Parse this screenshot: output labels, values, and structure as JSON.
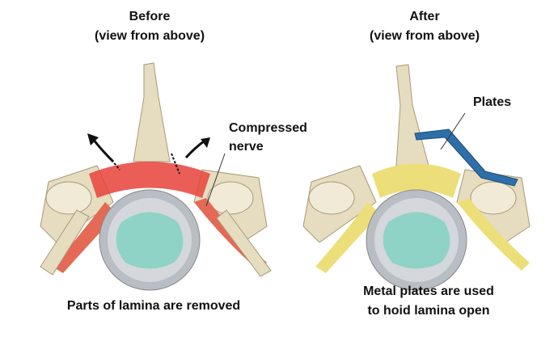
{
  "before": {
    "title": "Before",
    "subtitle": "(view from above)",
    "callout_line1": "Compressed",
    "callout_line2": "nerve",
    "caption": "Parts of lamina are removed"
  },
  "after": {
    "title": "After",
    "subtitle": "(view from above)",
    "callout": "Plates",
    "caption_line1": "Metal plates are used",
    "caption_line2": "to hoid lamina open"
  },
  "colors": {
    "bone": "#e6dcc0",
    "inflamed": "#e8423a",
    "nerve_normal": "#ecdf7a",
    "disc": "#b9bec4",
    "nucleus": "#8fd3c6",
    "plate": "#2f6fa8"
  }
}
